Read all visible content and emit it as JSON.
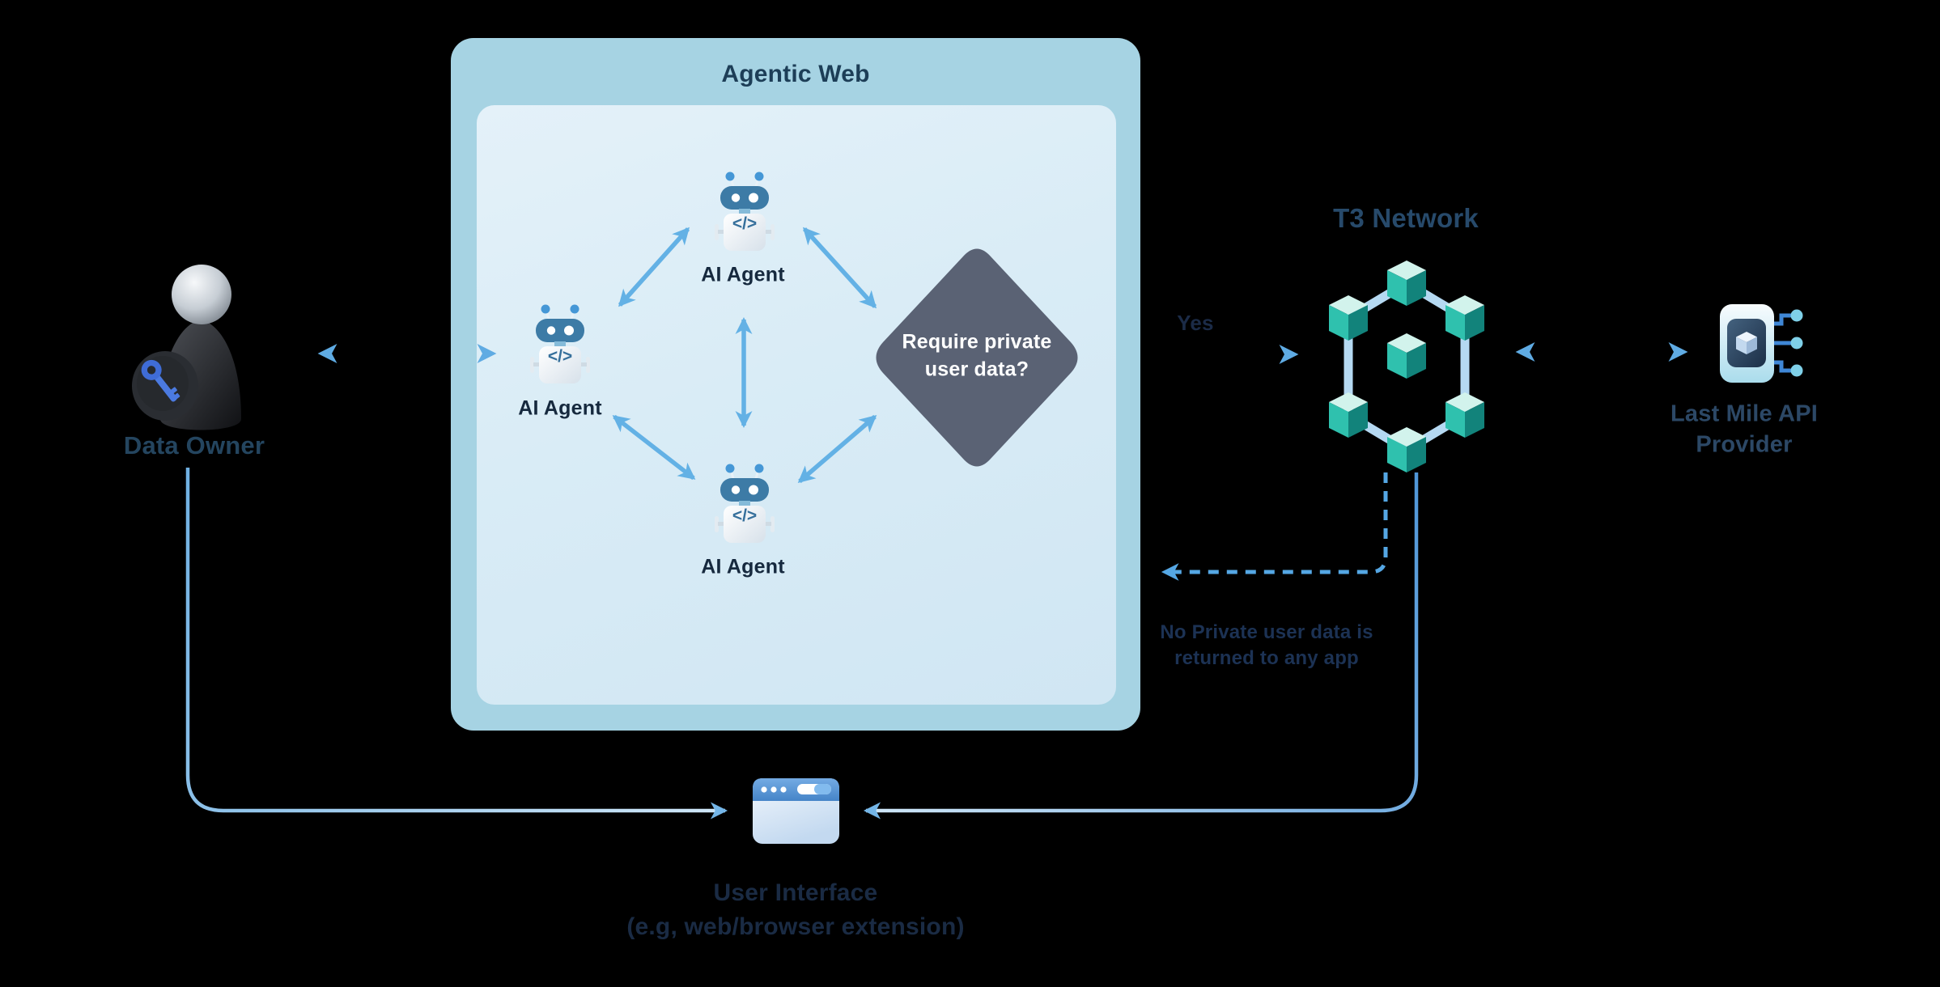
{
  "agentic_web": {
    "title": "Agentic Web",
    "agent_label": "AI Agent",
    "robot_glyph": "</>"
  },
  "decision": {
    "line1": "Require private",
    "line2": "user data?"
  },
  "flow": {
    "yes_label": "Yes"
  },
  "data_owner": {
    "label": "Data Owner"
  },
  "t3_network": {
    "label": "T3 Network"
  },
  "last_mile_api": {
    "line1": "Last Mile API",
    "line2": "Provider"
  },
  "privacy_note": {
    "line1": "No Private user data is",
    "line2": "returned to any app"
  },
  "user_interface": {
    "line1": "User Interface",
    "line2": "(e.g, web/browser extension)"
  },
  "colors": {
    "background": "#000000",
    "outer_box": "#a6d3e3",
    "inner_box": "#dcedf7",
    "diamond": "#5a6274",
    "arrow_blue": "#63b1e5",
    "dashed_arrow": "#55a7e4",
    "navy_text": "#1d3e57",
    "dark_text": "#16293e",
    "cube_top": "#d2f3ec",
    "cube_left": "#2fc1ae",
    "cube_right": "#12837b",
    "network_link": "#b5d9f2",
    "key_blue": "#4b7ae0"
  }
}
